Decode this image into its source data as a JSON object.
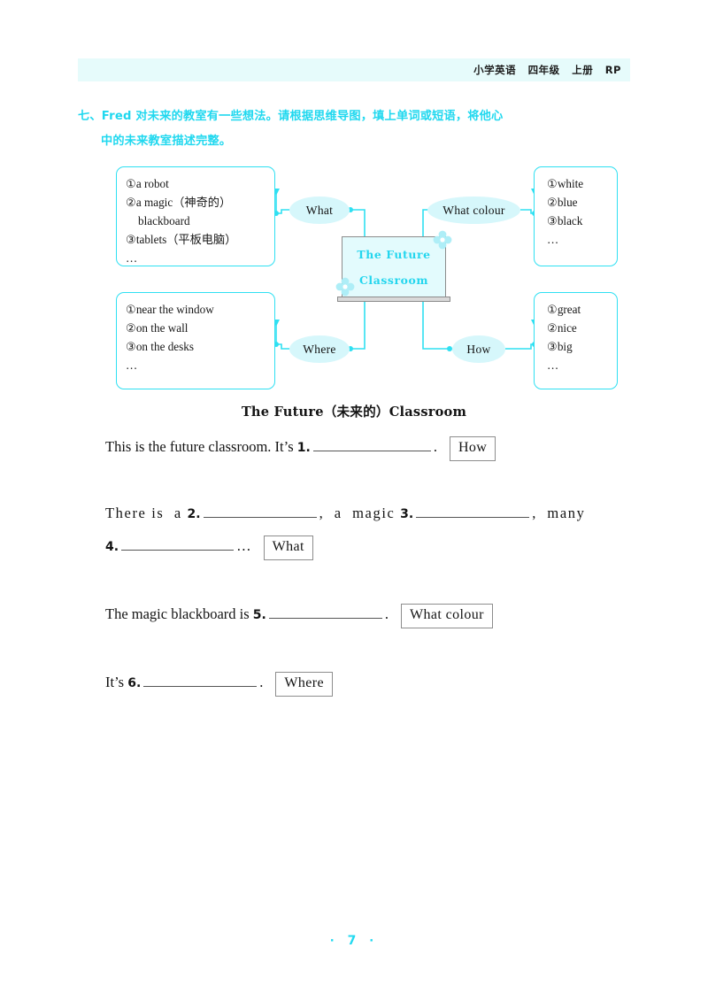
{
  "page": {
    "header_text": "小学英语   四年级   上册   RP",
    "page_number": "7",
    "footer_dot": "·",
    "accent_color": "#22d9f0",
    "band_color": "#e6fbfb"
  },
  "question": {
    "line1": "七、Fred 对未来的教室有一些想法。请根据思维导图，填上单词或短语，将他心",
    "line2": "中的未来教室描述完整。"
  },
  "mindmap": {
    "center": {
      "line1": "The Future",
      "line2": "Classroom"
    },
    "nodes": {
      "what": "What",
      "what_colour": "What colour",
      "where": "Where",
      "how": "How"
    },
    "boxes": {
      "what_items": {
        "i1": "①a robot",
        "i2": "②a magic（神奇的）",
        "i2b": "blackboard",
        "i3": "③tablets（平板电脑）",
        "more": "…"
      },
      "where_items": {
        "i1": "①near the window",
        "i2": "②on the wall",
        "i3": "③on the desks",
        "more": "…"
      },
      "colour_items": {
        "i1": "①white",
        "i2": "②blue",
        "i3": "③black",
        "more": "…"
      },
      "how_items": {
        "i1": "①great",
        "i2": "②nice",
        "i3": "③big",
        "more": "…"
      }
    }
  },
  "caption": "The Future（未来的）Classroom",
  "sentences": {
    "s1": {
      "pre": "This is the future classroom. It’s ",
      "num": "1.",
      "post": ".",
      "tag": "How"
    },
    "s2": {
      "pre": "There is  a ",
      "num": "2.",
      "mid": ",  a  magic ",
      "num2": "3.",
      "post": ",  many",
      "tag": ""
    },
    "s3": {
      "num": "4.",
      "post": "…",
      "tag": "What"
    },
    "s4": {
      "pre": "The magic blackboard is ",
      "num": "5.",
      "post": ".",
      "tag": "What colour"
    },
    "s5": {
      "pre": "It’s ",
      "num": "6.",
      "post": ".",
      "tag": "Where"
    }
  }
}
